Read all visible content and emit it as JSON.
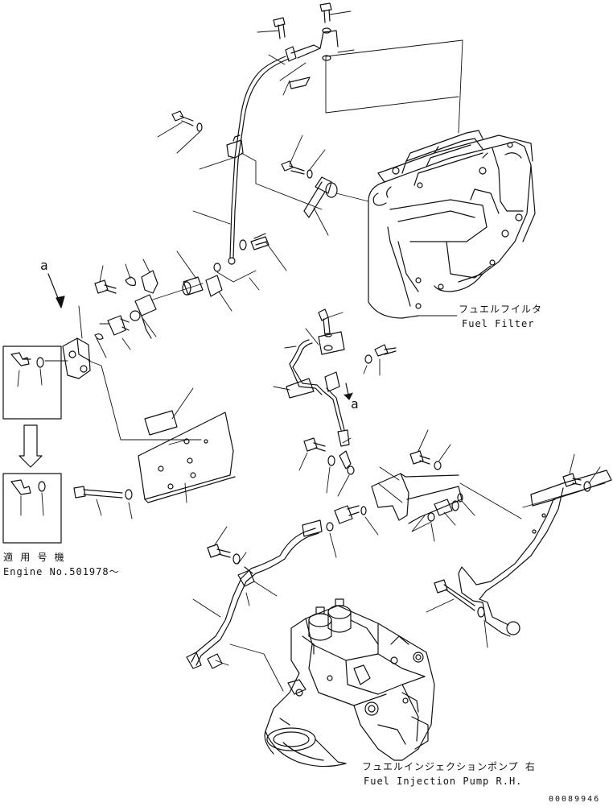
{
  "labels": {
    "fuel_filter_jp": "フュエルフイルタ",
    "fuel_filter_en": "Fuel Filter",
    "injection_pump_jp": "フュエルインジェクションポンプ 右",
    "injection_pump_en": "Fuel Injection Pump R.H.",
    "applicable_jp": "適 用 号 機",
    "engine_no": "Engine No.501978～",
    "view_mark_1": "a",
    "view_mark_2": "a",
    "drawing_code": "00089946"
  }
}
